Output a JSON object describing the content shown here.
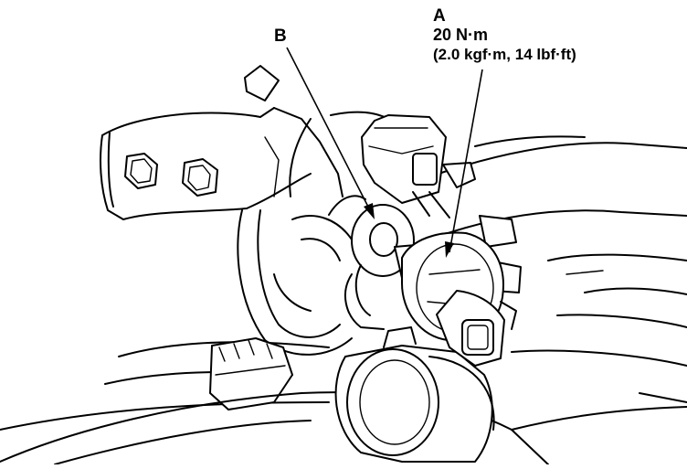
{
  "labels": {
    "part_a": "A",
    "torque": "20 N·m",
    "torque_alt": "(2.0 kgf·m, 14 lbf·ft)",
    "part_b": "B"
  },
  "colors": {
    "line": "#000000",
    "background": "#ffffff"
  }
}
